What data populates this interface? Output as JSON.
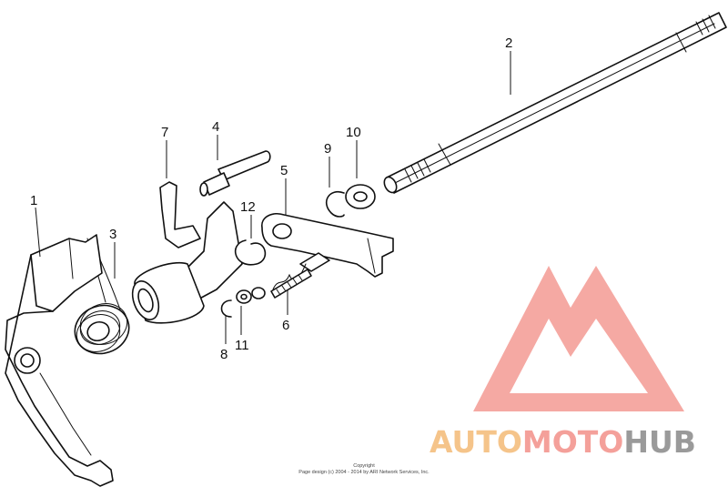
{
  "callouts": [
    {
      "id": "1",
      "text": "1"
    },
    {
      "id": "2",
      "text": "2"
    },
    {
      "id": "3",
      "text": "3"
    },
    {
      "id": "4",
      "text": "4"
    },
    {
      "id": "5",
      "text": "5"
    },
    {
      "id": "6",
      "text": "6"
    },
    {
      "id": "7",
      "text": "7"
    },
    {
      "id": "8",
      "text": "8"
    },
    {
      "id": "9",
      "text": "9"
    },
    {
      "id": "10",
      "text": "10"
    },
    {
      "id": "11",
      "text": "11"
    },
    {
      "id": "12",
      "text": "12"
    }
  ],
  "copyright": {
    "line1": "Copyright",
    "line2": "Page design (c) 2004 - 2014 by ARI Network Services, Inc."
  },
  "watermark": {
    "part1": "AUTO",
    "part2": "MOTO",
    "part3": "HUB",
    "colors": {
      "auto": "#f5c48a",
      "moto": "#f4a09a",
      "hub": "#9a9a9a",
      "logo": "#f4a09a"
    }
  }
}
